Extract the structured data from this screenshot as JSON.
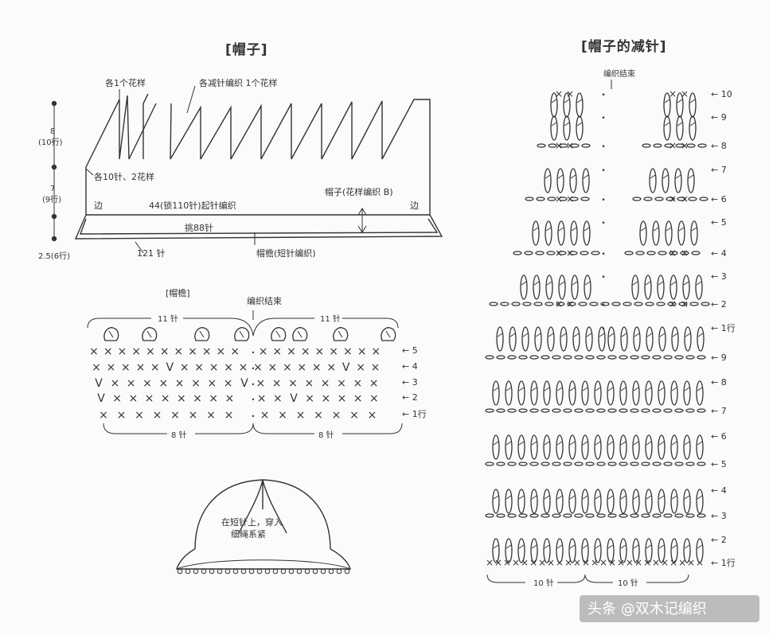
{
  "left": {
    "title": "[帽子]",
    "top_labels": {
      "each_flower": "各1个花样",
      "decrease": "各减针编织 1个花样"
    },
    "left_scale": {
      "s1a": "8",
      "s1b": "(10行)",
      "s2a": "7",
      "s2b": "(9行)",
      "s3": "2.5(6行)"
    },
    "side_labels": {
      "edge_left": "边",
      "edge_right": "边",
      "each_10": "各10针、2花样",
      "body_right": "帽子(花样编织 B)",
      "body_bottom": "44(锁110针)起针编织",
      "pick": "挑88针",
      "st121": "121 针",
      "brim": "帽檐(短针编织)"
    }
  },
  "brim": {
    "title": "[帽檐]",
    "end_label": "编织结束",
    "top_left": "11 针",
    "top_right": "11 针",
    "bottom_left": "8 针",
    "bottom_right": "8 针",
    "rows": [
      "5",
      "4",
      "3",
      "2",
      "1行"
    ]
  },
  "hat": {
    "note1": "在短针上，穿入",
    "note2": "细绳系紧"
  },
  "right": {
    "title": "[帽子的减针]",
    "end_label": "编织结束",
    "rows": [
      "10",
      "9",
      "8",
      "7",
      "6",
      "5",
      "4",
      "3",
      "2",
      "1行",
      "9",
      "8",
      "7",
      "6",
      "5",
      "4",
      "3",
      "2",
      "1行"
    ],
    "bottom_left": "10 针",
    "bottom_right": "10 针"
  },
  "watermark": "头条 @双木记编织"
}
